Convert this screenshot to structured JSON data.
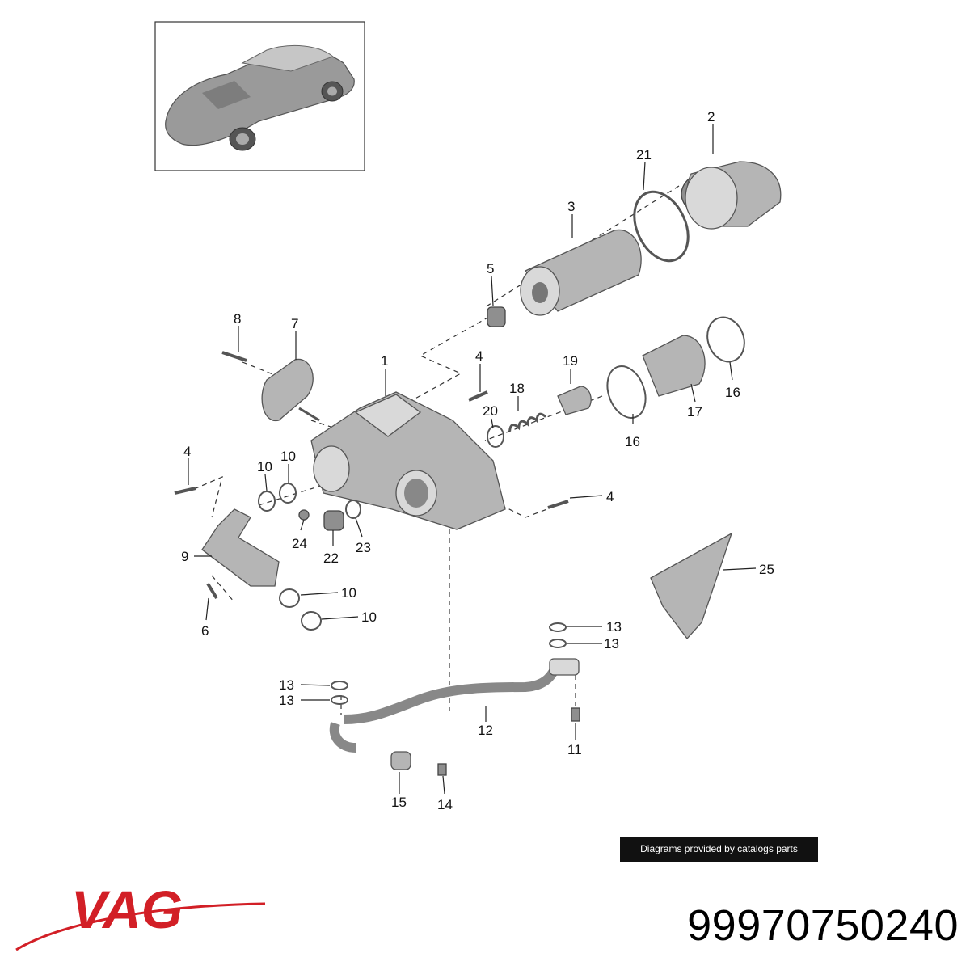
{
  "diagram": {
    "callouts": {
      "c1": "1",
      "c2": "2",
      "c3": "3",
      "c4a": "4",
      "c4b": "4",
      "c4c": "4",
      "c5": "5",
      "c6": "6",
      "c7": "7",
      "c8": "8",
      "c9": "9",
      "c10a": "10",
      "c10b": "10",
      "c10c": "10",
      "c10d": "10",
      "c11": "11",
      "c12": "12",
      "c13a": "13",
      "c13b": "13",
      "c13c": "13",
      "c13d": "13",
      "c14": "14",
      "c15": "15",
      "c16a": "16",
      "c16b": "16",
      "c17": "17",
      "c18": "18",
      "c19": "19",
      "c20": "20",
      "c21": "21",
      "c22": "22",
      "c23": "23",
      "c24": "24",
      "c25": "25"
    }
  },
  "footer": {
    "credit": "Diagrams provided by catalogs parts",
    "brand": "VAG",
    "brand_color": "#d21f26",
    "part_number": "99970750240"
  },
  "icons": {
    "thumbnail": "car-thumbnail-icon",
    "logo": "vag-logo-icon"
  }
}
